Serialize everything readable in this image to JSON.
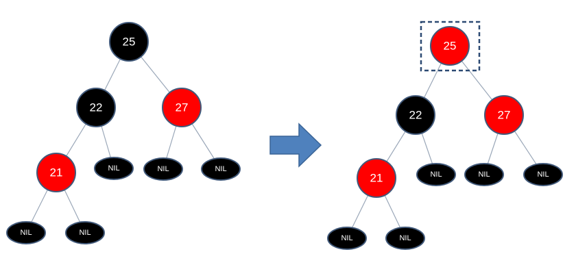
{
  "colors": {
    "black_node": "#000000",
    "red_node": "#ff0000",
    "node_border": "#41597a",
    "edge": "#9aa7b8",
    "label": "#ffffff",
    "arrow": "#4f81bd",
    "highlight_border": "#2c4a73"
  },
  "trees": {
    "before": {
      "root": {
        "label": "25",
        "color": "black"
      },
      "left": {
        "label": "22",
        "color": "black"
      },
      "right": {
        "label": "27",
        "color": "red"
      },
      "left_left": {
        "label": "21",
        "color": "red"
      },
      "nil_labels": [
        "NIL",
        "NIL",
        "NIL",
        "NIL",
        "NIL"
      ]
    },
    "after": {
      "root": {
        "label": "25",
        "color": "red",
        "highlighted": true
      },
      "left": {
        "label": "22",
        "color": "black"
      },
      "right": {
        "label": "27",
        "color": "red"
      },
      "left_left": {
        "label": "21",
        "color": "red"
      },
      "nil_labels": [
        "NIL",
        "NIL",
        "NIL",
        "NIL",
        "NIL"
      ]
    }
  },
  "arrow_icon": "right-arrow-icon"
}
